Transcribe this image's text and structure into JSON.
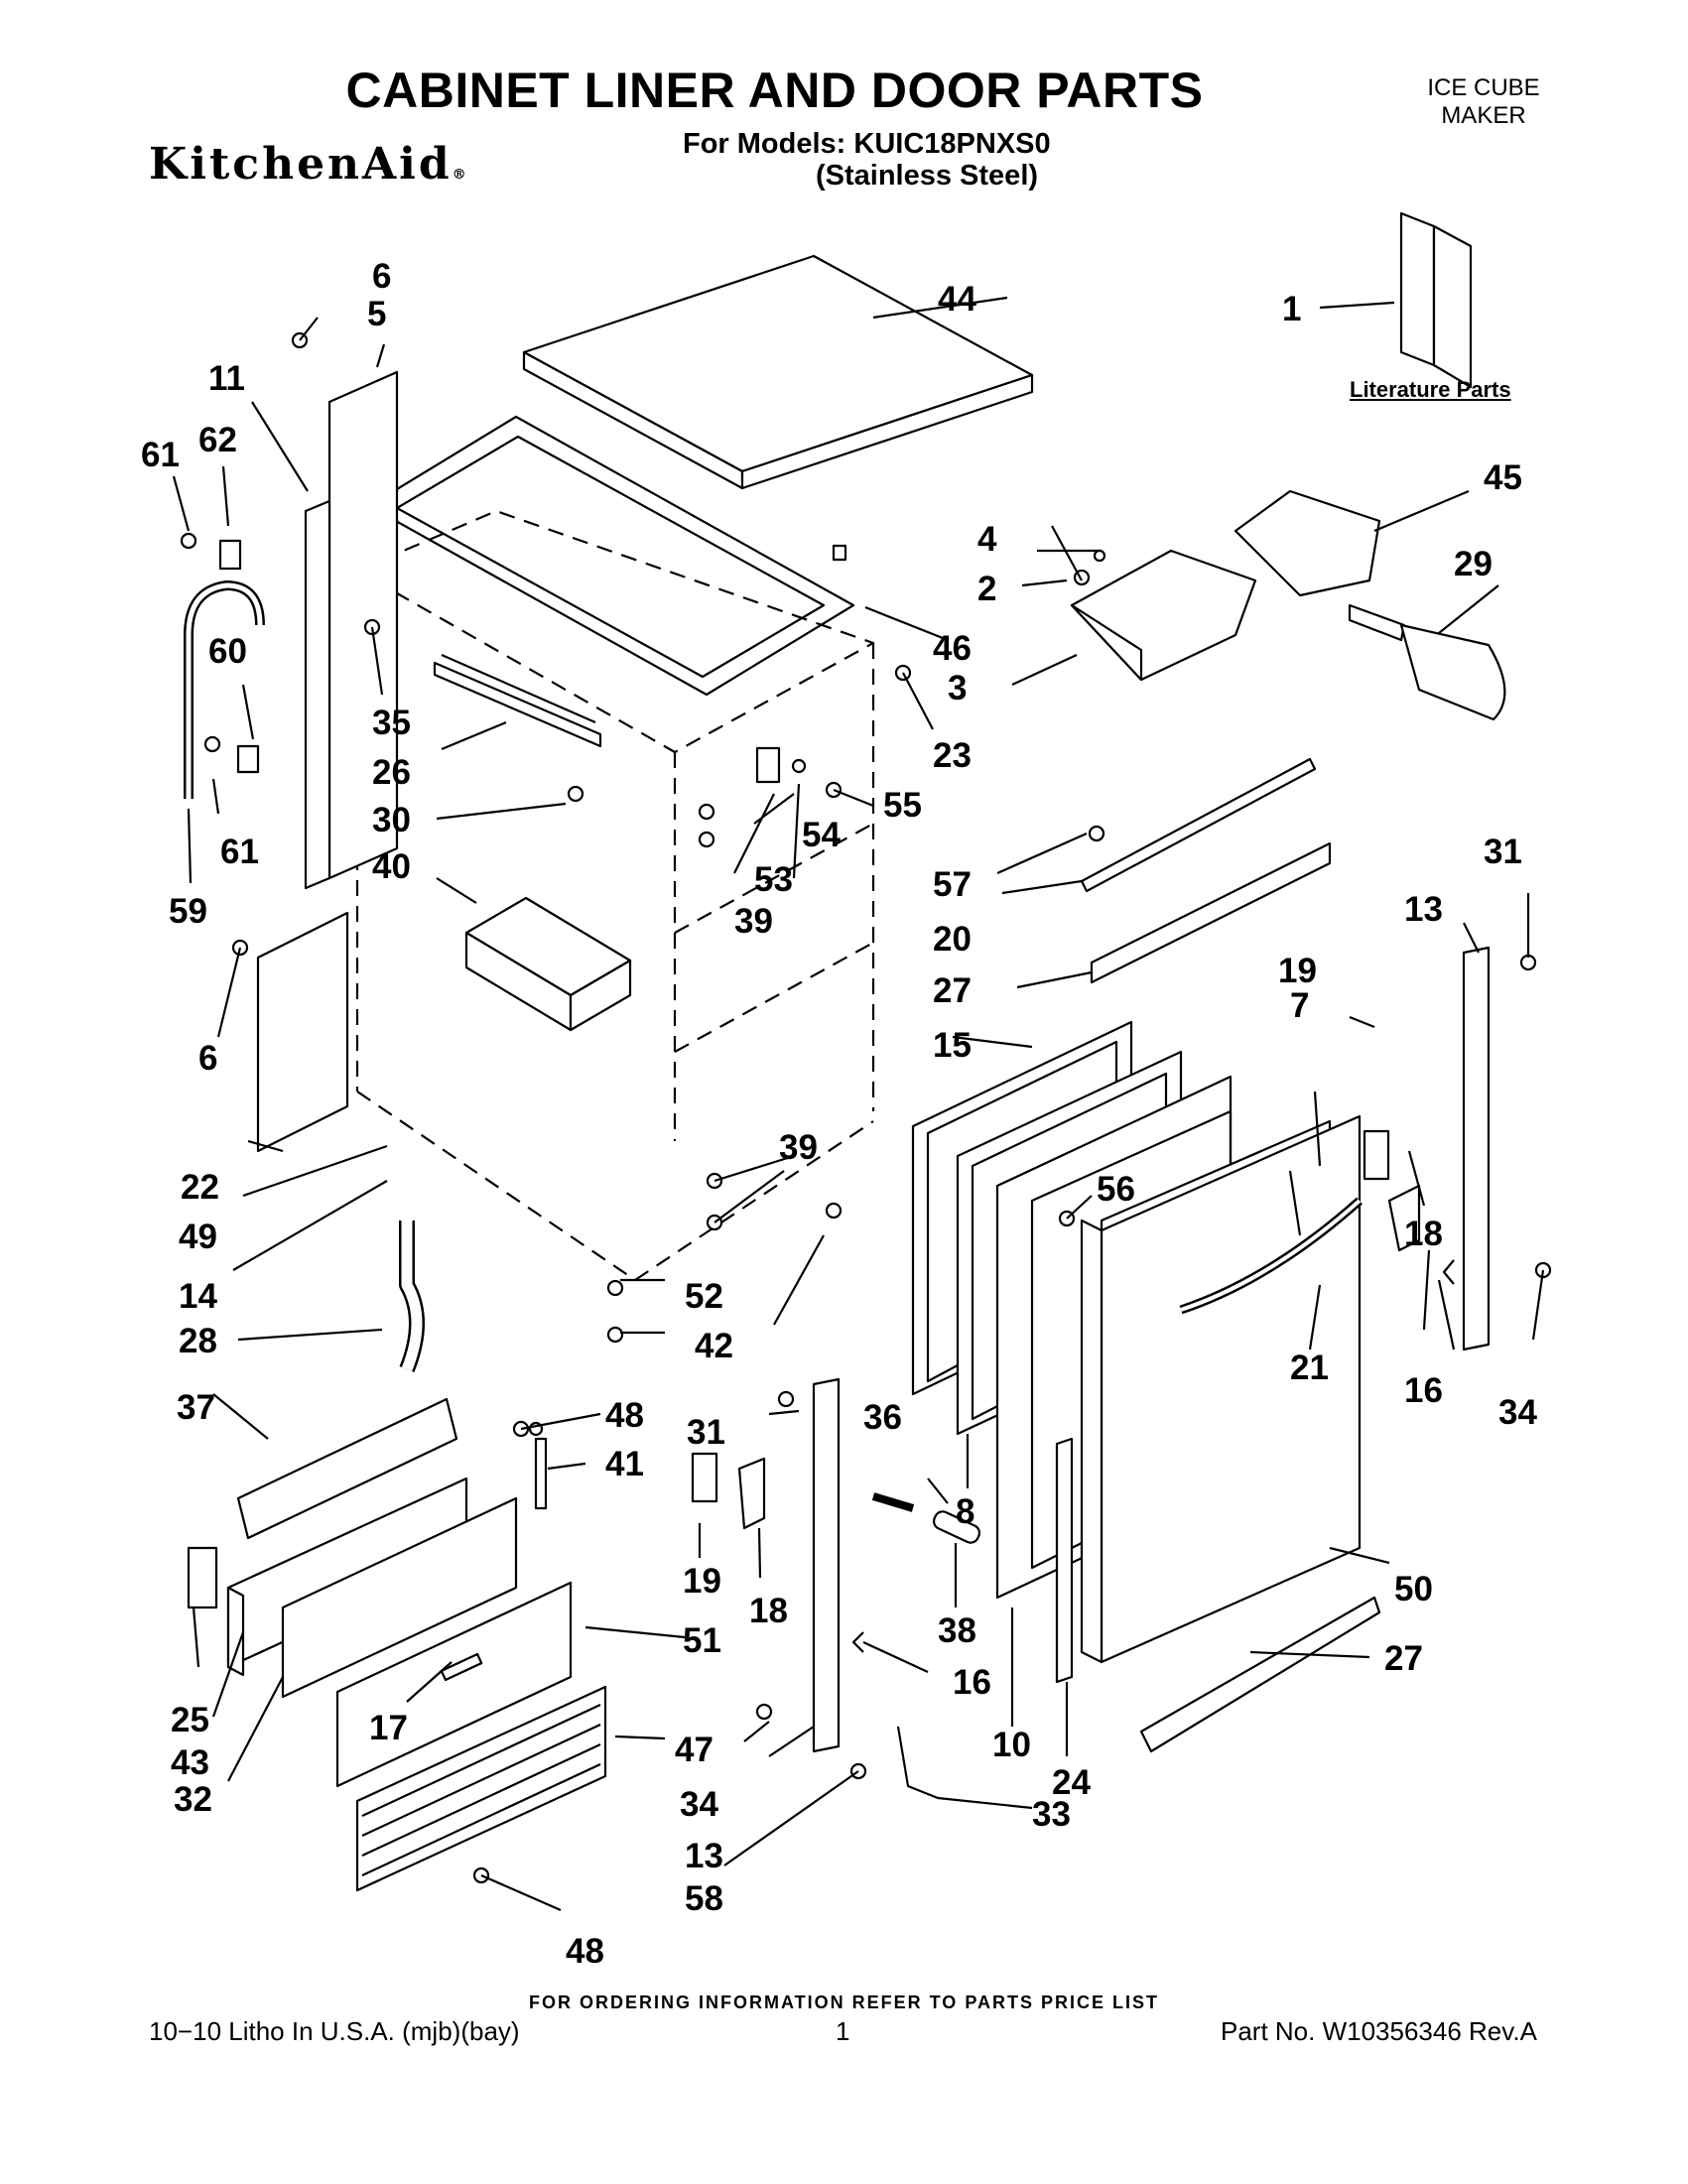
{
  "header": {
    "title": "CABINET LINER AND DOOR PARTS",
    "models_line": "For Models: KUIC18PNXS0",
    "finish_line": "(Stainless Steel)",
    "brand": "KitchenAid",
    "brand_mark": "®",
    "category_line1": "ICE CUBE",
    "category_line2": "MAKER"
  },
  "literature_label": "Literature Parts",
  "callouts": [
    "1",
    "2",
    "3",
    "4",
    "5",
    "6",
    "6",
    "7",
    "8",
    "10",
    "11",
    "13",
    "13",
    "14",
    "15",
    "16",
    "16",
    "17",
    "18",
    "18",
    "19",
    "19",
    "20",
    "21",
    "22",
    "23",
    "24",
    "25",
    "26",
    "27",
    "27",
    "28",
    "29",
    "30",
    "31",
    "31",
    "32",
    "33",
    "34",
    "34",
    "35",
    "36",
    "37",
    "38",
    "39",
    "39",
    "40",
    "41",
    "42",
    "43",
    "44",
    "45",
    "46",
    "47",
    "48",
    "48",
    "49",
    "50",
    "51",
    "52",
    "53",
    "54",
    "55",
    "56",
    "57",
    "58",
    "59",
    "60",
    "61",
    "61",
    "62"
  ],
  "footer": {
    "notice": "FOR ORDERING INFORMATION REFER TO PARTS PRICE LIST",
    "litho": "10−10 Litho In U.S.A. (mjb)(bay)",
    "page": "1",
    "part_no": "Part No. W10356346 Rev.A"
  }
}
